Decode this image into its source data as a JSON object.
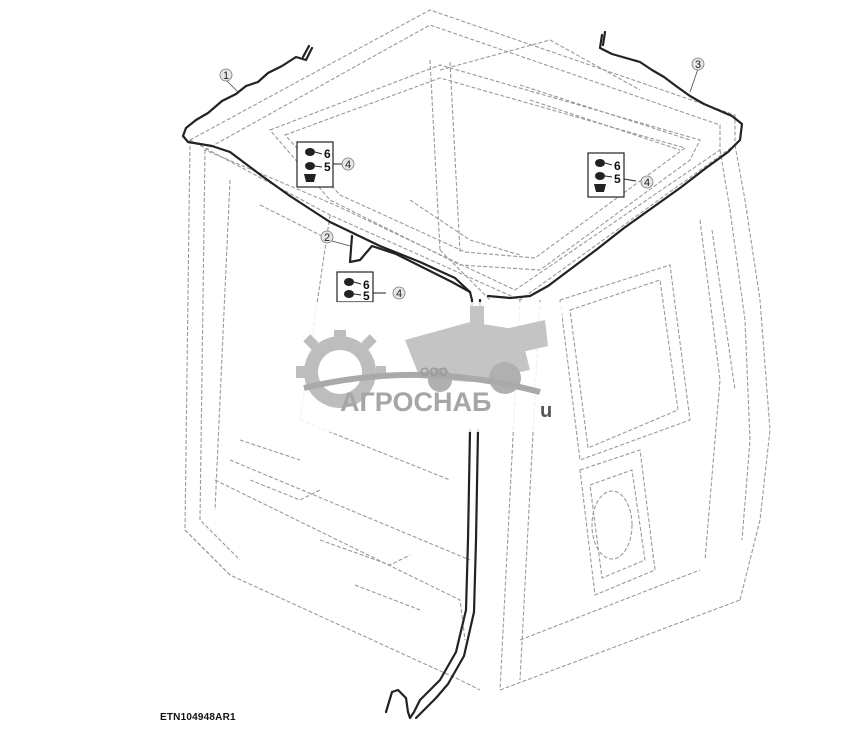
{
  "figure": {
    "id_label": "ETN104948AR1"
  },
  "callouts": [
    "1",
    "2",
    "3",
    "4",
    "4",
    "4"
  ],
  "hardware_labels": {
    "left": [
      "6",
      "5"
    ],
    "right": [
      "6",
      "5"
    ],
    "center": [
      "6",
      "5"
    ]
  },
  "watermark": {
    "small": "ООО",
    "brand": "АГРОСНАБ",
    "suffix": "u"
  },
  "colors": {
    "line": "#222222",
    "dashed": "#9a9a9a",
    "watermark": "#b8b8b8"
  }
}
